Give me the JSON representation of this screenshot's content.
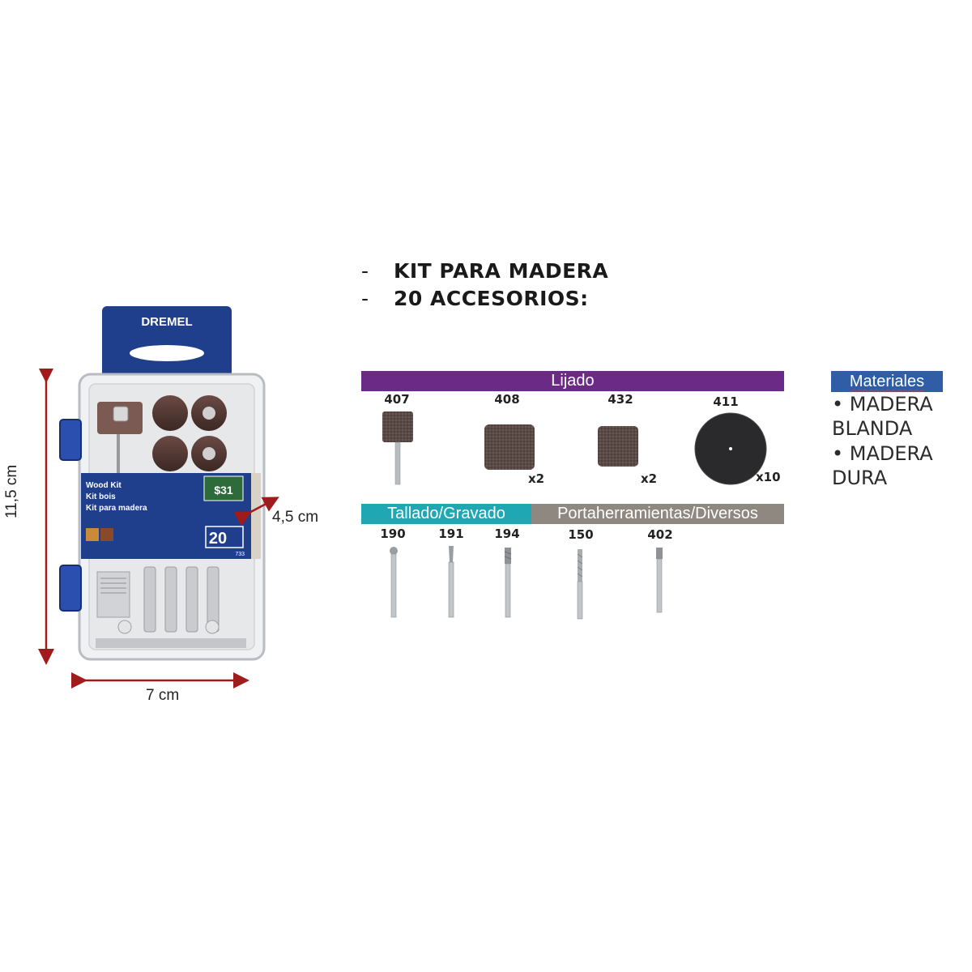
{
  "header": {
    "line1": "KIT PARA MADERA",
    "line2": "20 ACCESORIOS:",
    "bullet": "-"
  },
  "categories": {
    "lijado": "Lijado",
    "tallado": "Tallado/Gravado",
    "porta": "Portaherramientas/Diversos",
    "materiales": "Materiales"
  },
  "lijado_items": [
    {
      "code": "407",
      "qty": ""
    },
    {
      "code": "408",
      "qty": "x2"
    },
    {
      "code": "432",
      "qty": "x2"
    },
    {
      "code": "411",
      "qty": "x10"
    }
  ],
  "tallado_items": [
    {
      "code": "190"
    },
    {
      "code": "191"
    },
    {
      "code": "194"
    }
  ],
  "porta_items": [
    {
      "code": "150"
    },
    {
      "code": "402"
    }
  ],
  "materials": {
    "item1_line1": "• MADERA",
    "item1_line2": "BLANDA",
    "item2_line1": "• MADERA",
    "item2_line2": "DURA"
  },
  "dimensions": {
    "height": "11,5 cm",
    "width": "7 cm",
    "depth": "4,5 cm"
  },
  "package": {
    "brand": "DREMEL",
    "name1": "Wood Kit",
    "name2": "Kit bois",
    "name3": "Kit para madera",
    "price": "$31",
    "count": "20",
    "model": "733"
  },
  "colors": {
    "lijado_bar": "#6a2a86",
    "tallado_bar": "#1fa8b4",
    "porta_bar": "#8f8880",
    "materiales_bar": "#2f5ea6",
    "dremel_blue": "#1f3e8c",
    "dimension_arrow": "#a01c1c"
  }
}
